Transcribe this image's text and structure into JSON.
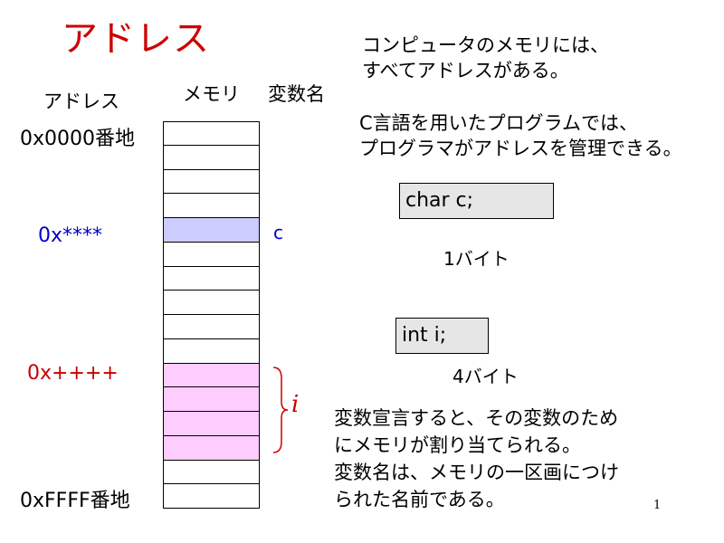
{
  "title": "アドレス",
  "header": {
    "address_label": "アドレス",
    "memory_label": "メモリ",
    "varname_label": "変数名"
  },
  "addresses": {
    "start": "0x0000番地",
    "char_addr": "0x****",
    "int_addr": "0x++++",
    "end": "0xFFFF番地"
  },
  "intro_lines": [
    "コンピュータのメモリには、",
    "すべてアドレスがある。"
  ],
  "c_intro_lines": [
    "C言語を用いたプログラムでは、",
    "プログラマがアドレスを管理できる。"
  ],
  "char_decl": "char  c;",
  "char_size": "1バイト",
  "int_decl": "int  i;",
  "int_size": "4バイト",
  "var_c": "c",
  "var_i": "i",
  "explanation_lines": [
    "変数宣言すると、その変数のため",
    "にメモリが割り当てられる。",
    "変数名は、メモリの一区画につけ",
    "られた名前である。"
  ],
  "page_number": "1",
  "colors": {
    "title": "#cc0000",
    "char_cell": "#ccccff",
    "int_cell": "#ffccff",
    "char_text": "#0000cc",
    "int_text": "#cc0000",
    "code_box": "#e6e6e6"
  },
  "memory": {
    "cell_count": 16,
    "char_cell_index": 4,
    "int_cell_indices": [
      10,
      11,
      12,
      13
    ]
  }
}
